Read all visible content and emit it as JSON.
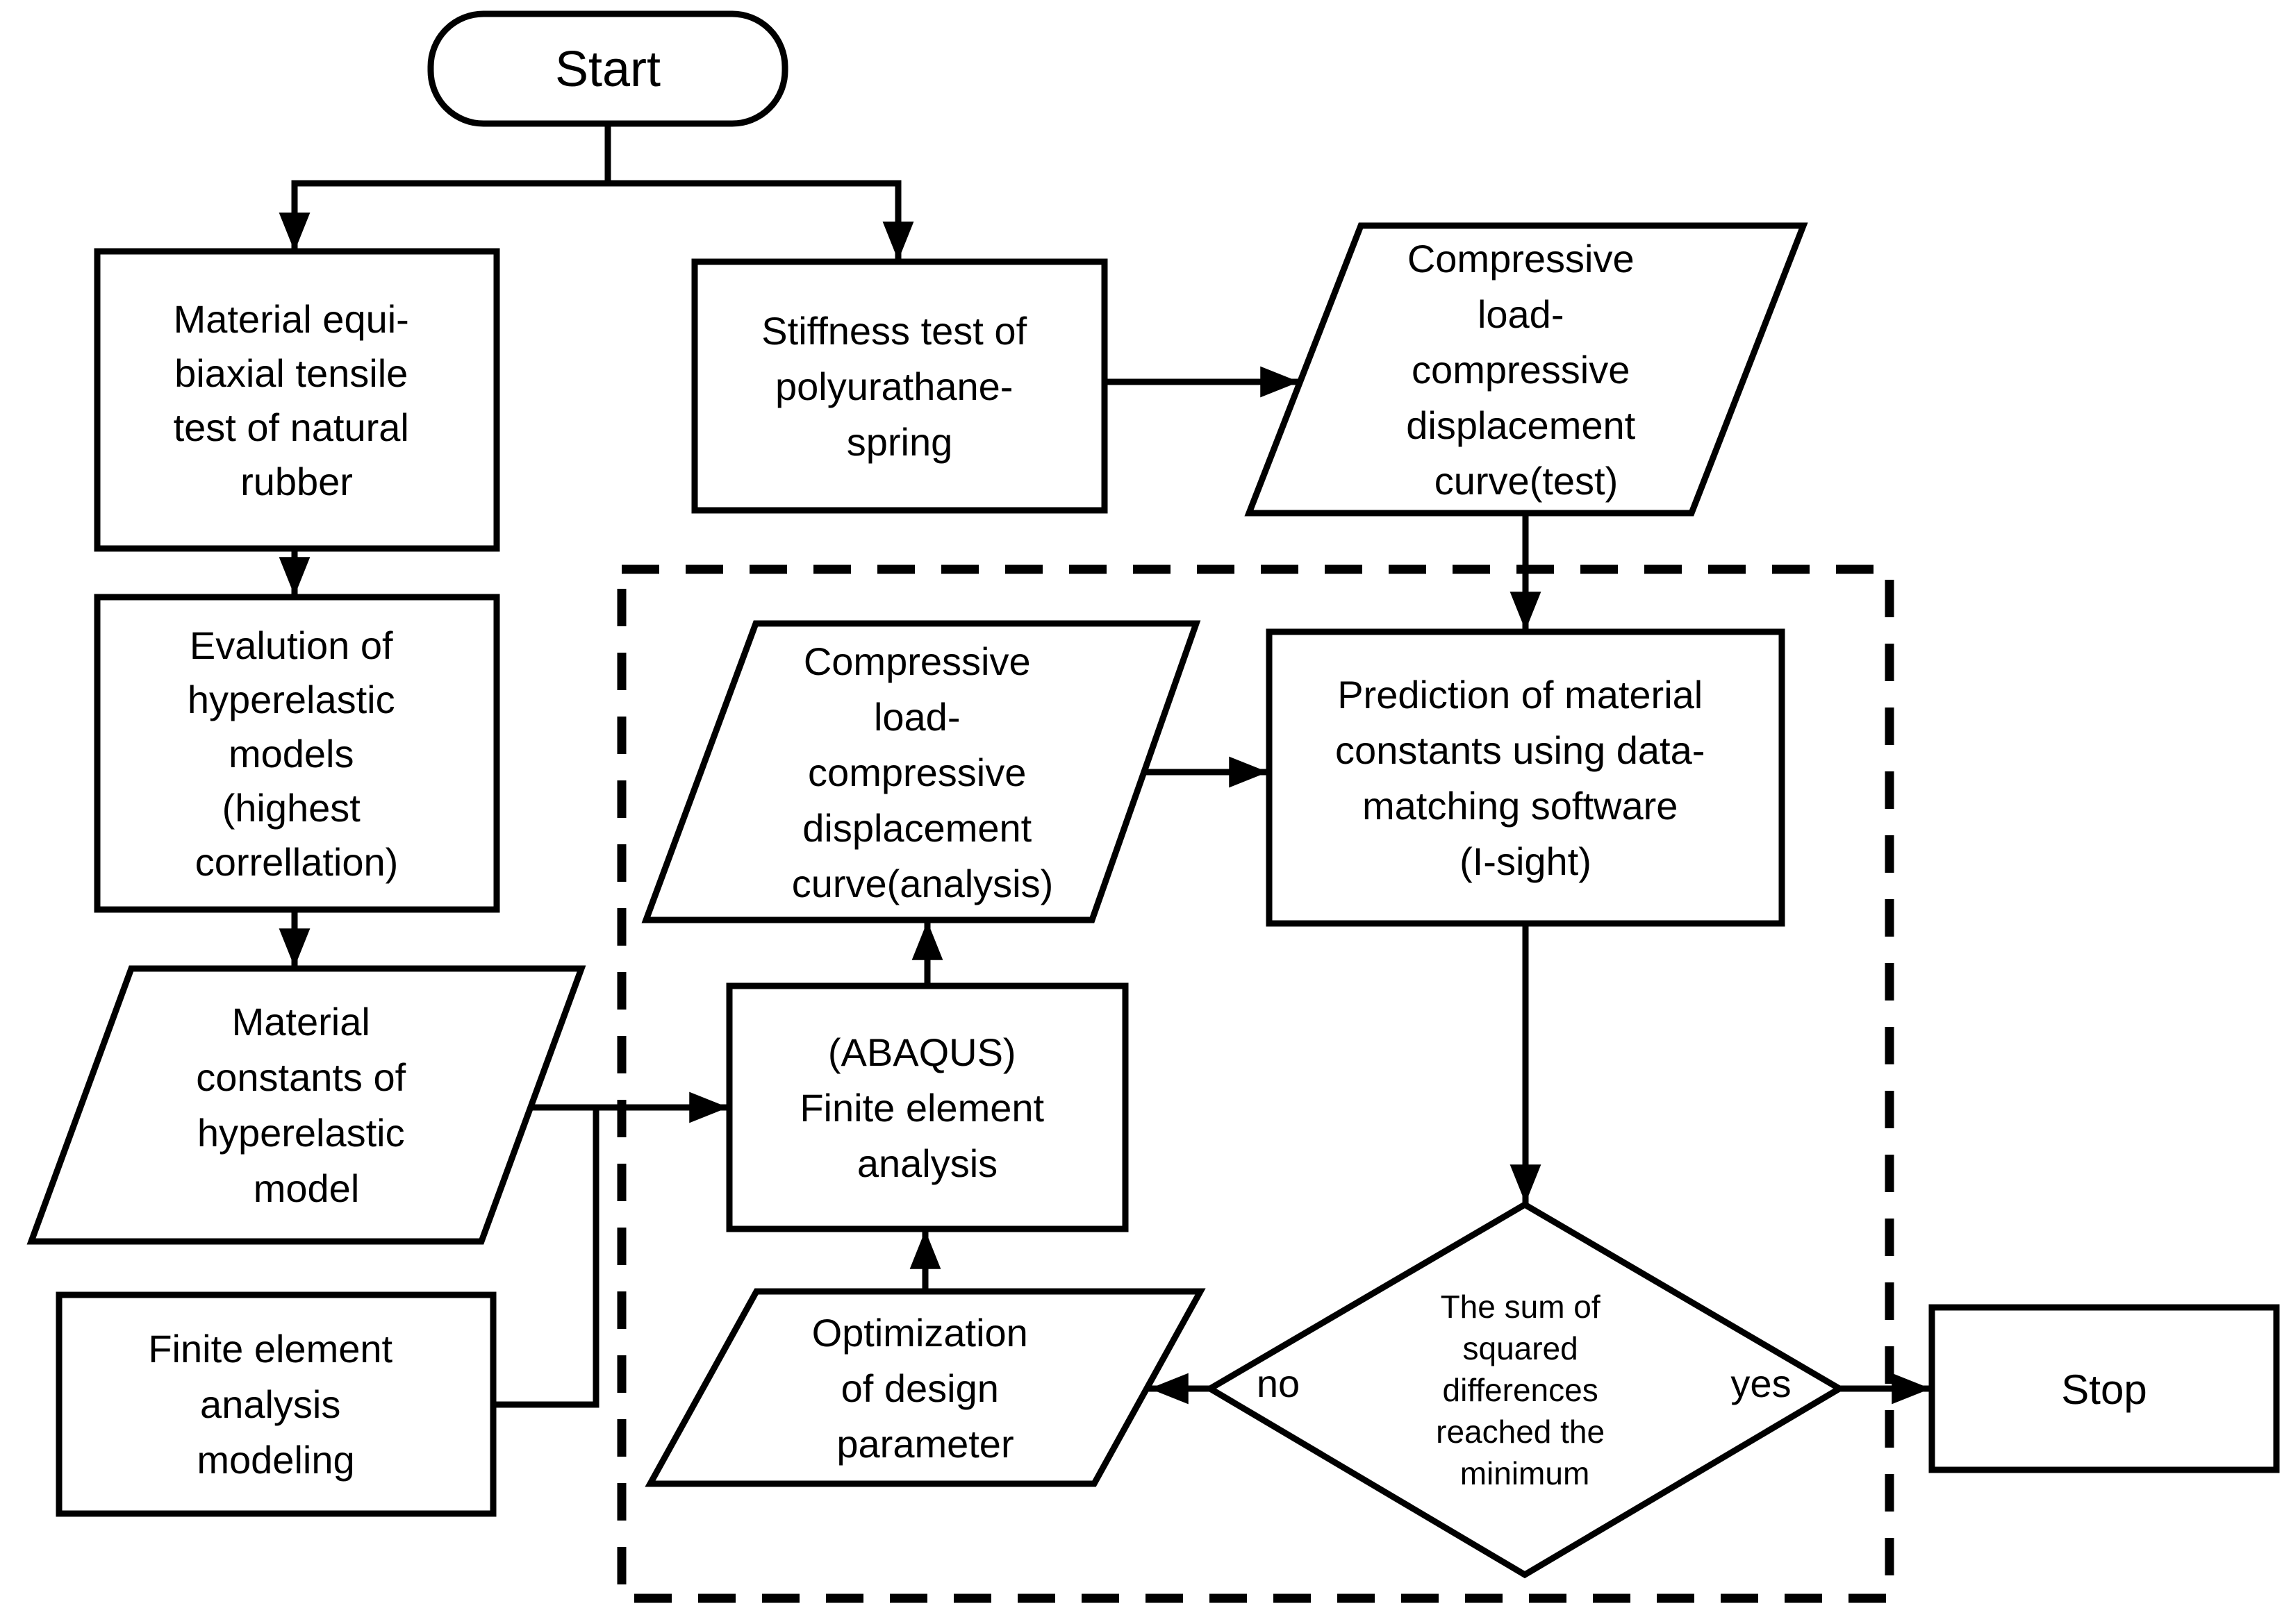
{
  "colors": {
    "background": "#ffffff",
    "line": "#000000",
    "text": "#000000",
    "shape_fill": "#ffffff"
  },
  "nodes": {
    "start": {
      "type": "terminator",
      "label": "Start"
    },
    "material_test": {
      "type": "process",
      "lines": [
        "Material equi-",
        "biaxial tensile",
        "test of natural",
        "rubber"
      ]
    },
    "evaluation": {
      "type": "process",
      "lines": [
        "Evalution of",
        "hyperelastic",
        "models",
        "(highest",
        "correllation)"
      ]
    },
    "material_constants": {
      "type": "data",
      "lines": [
        "Material",
        "constants of",
        "hyperelastic",
        "model"
      ]
    },
    "fea_modeling": {
      "type": "process",
      "lines": [
        "Finite element",
        "analysis",
        "modeling"
      ]
    },
    "stiffness_test": {
      "type": "process",
      "lines": [
        "Stiffness test of",
        "polyurathane-",
        "spring"
      ]
    },
    "curve_test": {
      "type": "data",
      "lines": [
        "Compressive",
        "load-",
        "compressive",
        "displacement",
        "curve(test)"
      ]
    },
    "curve_analysis": {
      "type": "data",
      "lines": [
        "Compressive",
        "load-",
        "compressive",
        "displacement",
        "curve(analysis)"
      ]
    },
    "prediction": {
      "type": "process",
      "lines": [
        "Prediction of material",
        "constants using data-",
        "matching software",
        "(I-sight)"
      ]
    },
    "abaqus": {
      "type": "process",
      "lines": [
        "(ABAQUS)",
        "Finite element",
        "analysis"
      ]
    },
    "optimization": {
      "type": "data",
      "lines": [
        "Optimization",
        "of design",
        "parameter"
      ]
    },
    "decision": {
      "type": "decision",
      "lines": [
        "The sum of",
        "squared",
        "differences",
        "reached the",
        "minimum"
      ]
    },
    "stop": {
      "type": "terminator",
      "label": "Stop"
    }
  },
  "edge_labels": {
    "no": "no",
    "yes": "yes"
  }
}
